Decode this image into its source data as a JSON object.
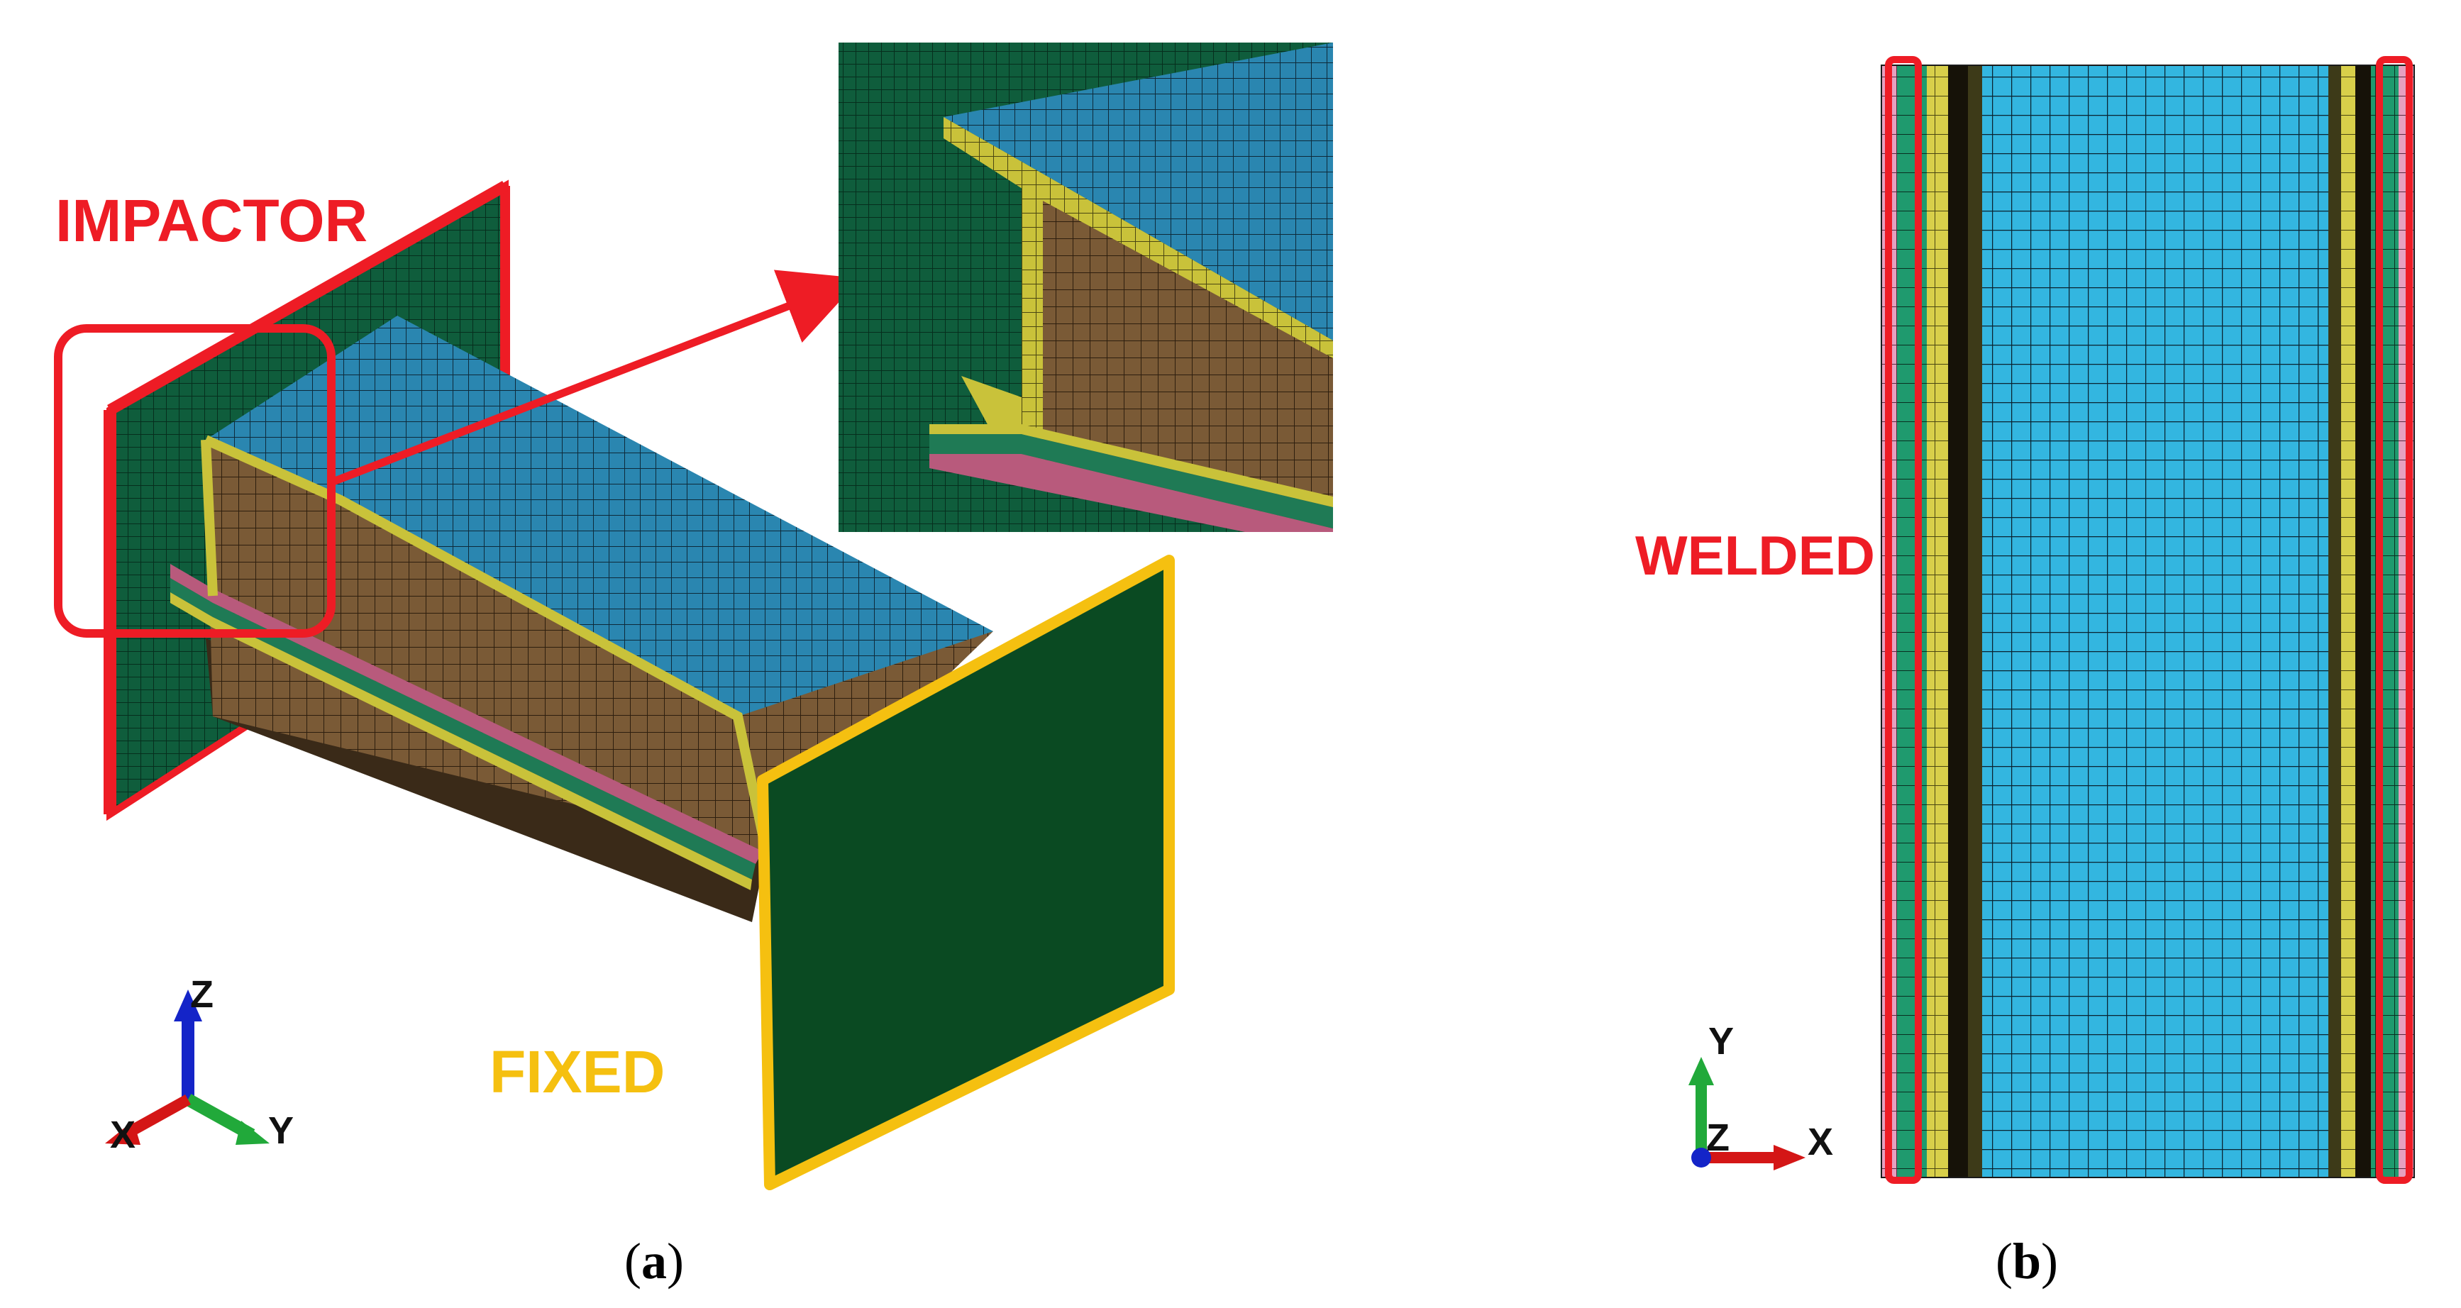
{
  "panel_a": {
    "impactor_label": "IMPACTOR",
    "fixed_label": "FIXED",
    "axes": {
      "z": "Z",
      "x": "X",
      "y": "Y"
    },
    "caption_open": "(",
    "caption_letter": "a",
    "caption_close": ")"
  },
  "panel_b": {
    "welded_label": "WELDED",
    "axes": {
      "y": "Y",
      "z": "Z",
      "x": "X"
    },
    "caption_open": "(",
    "caption_letter": "b",
    "caption_close": ")"
  },
  "colors": {
    "impactor": "#ee1c25",
    "fixed": "#f5c010",
    "welded": "#ee1c25",
    "plate_green": "#0f5d3c",
    "fixed_plate": "#0a4a22",
    "top_blue": "#2a86b0",
    "side_brown": "#7a5a36",
    "flange_yellow": "#c9c23a",
    "strip_pink": "#b85a7c",
    "strip_green": "#1f7a55",
    "light_blue": "#33b6e0",
    "pink_edge": "#e6a0c0",
    "axis_z": "#1424c8",
    "axis_y": "#21a93a",
    "axis_x": "#d41616"
  }
}
